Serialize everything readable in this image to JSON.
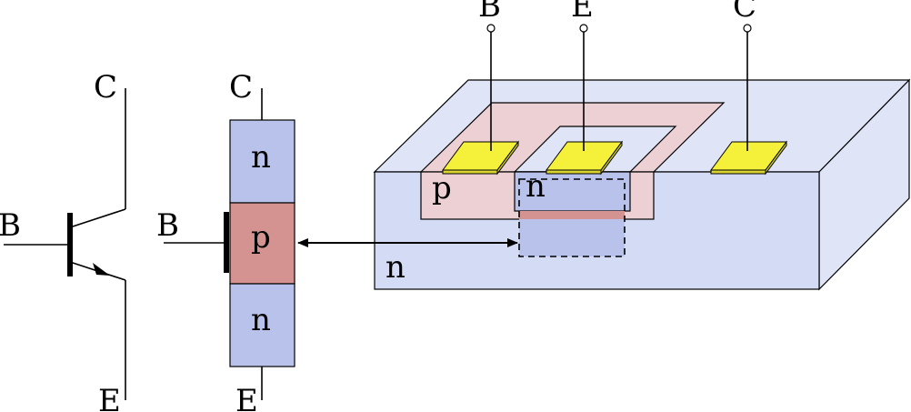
{
  "colors": {
    "n_region": "#b9c2ea",
    "p_region": "#d49390",
    "substrate_light": "#dfe4f7",
    "substrate_front": "#d4dbf4",
    "p_well": "#edd0d3",
    "contact": "#f5f03a"
  },
  "symbol": {
    "collector": "C",
    "base": "B",
    "emitter": "E"
  },
  "stack": {
    "collector": "C",
    "base": "B",
    "emitter": "E",
    "top_layer": "n",
    "middle_layer": "p",
    "bottom_layer": "n"
  },
  "device": {
    "terminal_base": "B",
    "terminal_emitter": "E",
    "terminal_collector": "C",
    "p_region_label": "p",
    "n_emitter_label": "n",
    "substrate_label": "n"
  }
}
